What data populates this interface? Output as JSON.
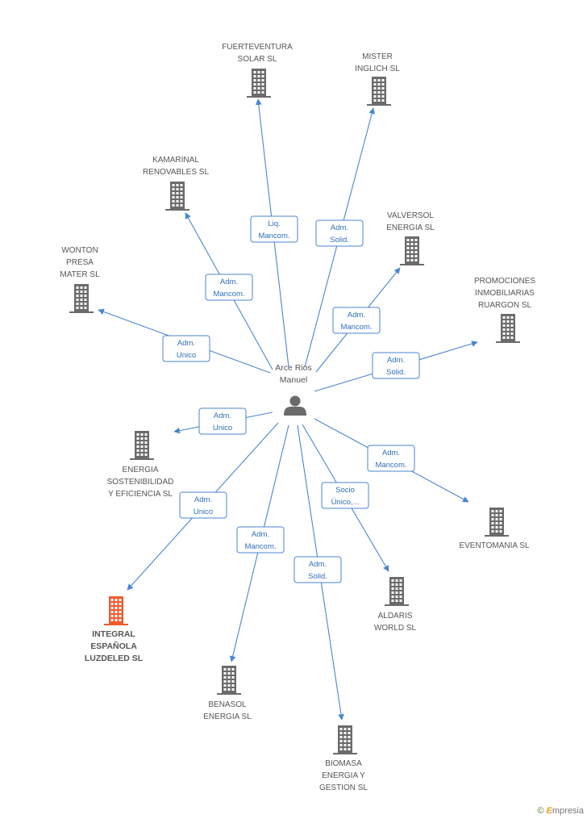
{
  "person": {
    "name_line1": "Arce Rios",
    "name_line2": "Manuel",
    "icon": "person-icon"
  },
  "companies": [
    {
      "id": "fuerteventura",
      "lines": [
        "FUERTEVENTURA",
        "SOLAR SL"
      ],
      "highlight": false,
      "icon": "building-icon"
    },
    {
      "id": "mister",
      "lines": [
        "MISTER",
        "INGLICH SL"
      ],
      "highlight": false,
      "icon": "building-icon"
    },
    {
      "id": "kamarinal",
      "lines": [
        "KAMARINAL",
        "RENOVABLES SL"
      ],
      "highlight": false,
      "icon": "building-icon"
    },
    {
      "id": "valversol",
      "lines": [
        "VALVERSOL",
        "ENERGIA SL"
      ],
      "highlight": false,
      "icon": "building-icon"
    },
    {
      "id": "wonton",
      "lines": [
        "WONTON",
        "PRESA",
        "MATER SL"
      ],
      "highlight": false,
      "icon": "building-icon"
    },
    {
      "id": "promociones",
      "lines": [
        "PROMOCIONES",
        "INMOBILIARIAS",
        "RUARGON SL"
      ],
      "highlight": false,
      "icon": "building-icon"
    },
    {
      "id": "energia_sost",
      "lines": [
        "ENERGIA",
        "SOSTENIBILIDAD",
        "Y EFICIENCIA SL"
      ],
      "highlight": false,
      "icon": "building-icon"
    },
    {
      "id": "eventomania",
      "lines": [
        "EVENTOMANIA SL"
      ],
      "highlight": false,
      "icon": "building-icon"
    },
    {
      "id": "integral",
      "lines": [
        "INTEGRAL",
        "ESPAÑOLA",
        "LUZDELED SL"
      ],
      "highlight": true,
      "icon": "building-icon"
    },
    {
      "id": "aldaris",
      "lines": [
        "ALDARIS",
        "WORLD SL"
      ],
      "highlight": false,
      "icon": "building-icon"
    },
    {
      "id": "benasol",
      "lines": [
        "BENASOL",
        "ENERGIA SL"
      ],
      "highlight": false,
      "icon": "building-icon"
    },
    {
      "id": "biomasa",
      "lines": [
        "BIOMASA",
        "ENERGIA Y",
        "GESTION SL"
      ],
      "highlight": false,
      "icon": "building-icon"
    }
  ],
  "relations": [
    {
      "target": "fuerteventura",
      "label": [
        "Liq.",
        "Mancom."
      ]
    },
    {
      "target": "mister",
      "label": [
        "Adm.",
        "Solid."
      ]
    },
    {
      "target": "kamarinal",
      "label": [
        "Adm.",
        "Mancom."
      ]
    },
    {
      "target": "valversol",
      "label": [
        "Adm.",
        "Mancom."
      ]
    },
    {
      "target": "wonton",
      "label": [
        "Adm.",
        "Unico"
      ]
    },
    {
      "target": "promociones",
      "label": [
        "Adm.",
        "Solid."
      ]
    },
    {
      "target": "energia_sost",
      "label": [
        "Adm.",
        "Unico"
      ]
    },
    {
      "target": "eventomania",
      "label": [
        "Adm.",
        "Mancom."
      ]
    },
    {
      "target": "integral",
      "label": [
        "Adm.",
        "Unico"
      ]
    },
    {
      "target": "aldaris",
      "label": [
        "Socio",
        "Único,..."
      ]
    },
    {
      "target": "benasol",
      "label": [
        "Adm.",
        "Mancom."
      ]
    },
    {
      "target": "biomasa",
      "label": [
        "Adm.",
        "Solid."
      ]
    }
  ],
  "colors": {
    "edge": "#4a86d0",
    "building": "#6b6b6b",
    "building_highlight": "#ef5a2e",
    "person": "#6b6b6b"
  },
  "footer": {
    "copyright": "©",
    "brand_initial": "E",
    "brand_rest": "mpresia"
  }
}
